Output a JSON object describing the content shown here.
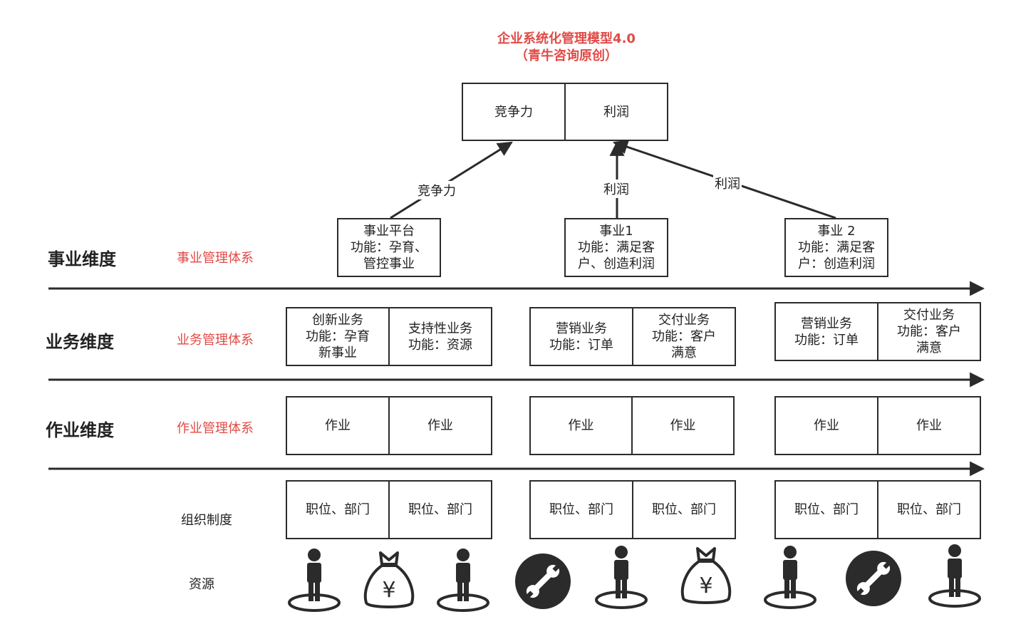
{
  "title": {
    "line1": "企业系统化管理模型4.0",
    "line2": "（青牛咨询原创）"
  },
  "top_box": {
    "left": "竞争力",
    "right": "利润"
  },
  "edge_labels": [
    "竞争力",
    "利润",
    "利润"
  ],
  "dimensions": [
    {
      "name": "事业维度",
      "system": "事业管理体系"
    },
    {
      "name": "业务维度",
      "system": "业务管理体系"
    },
    {
      "name": "作业维度",
      "system": "作业管理体系"
    }
  ],
  "org_label": "组织制度",
  "resource_label": "资源",
  "business_boxes": [
    "事业平台\n功能：孕育、\n管控事业",
    "事业1\n功能：满足客\n户、创造利润",
    "事业 2\n功能：满足客\n户：创造利润"
  ],
  "service_groups": [
    [
      "创新业务\n功能：孕育\n新事业",
      "支持性业务\n功能：资源"
    ],
    [
      "营销业务\n功能：订单",
      "交付业务\n功能：客户\n满意"
    ],
    [
      "营销业务\n功能：订单",
      "交付业务\n功能：客户\n满意"
    ]
  ],
  "work_groups": [
    [
      "作业",
      "作业"
    ],
    [
      "作业",
      "作业"
    ],
    [
      "作业",
      "作业"
    ]
  ],
  "org_groups": [
    [
      "职位、部门",
      "职位、部门"
    ],
    [
      "职位、部门",
      "职位、部门"
    ],
    [
      "职位、部门",
      "职位、部门"
    ]
  ],
  "resource_icons": [
    "person-icon",
    "money-bag-icon",
    "person-icon",
    "wrench-icon",
    "person-icon",
    "money-bag-icon",
    "person-icon",
    "wrench-icon",
    "person-icon"
  ],
  "colors": {
    "accent": "#e14a45",
    "line": "#2b2b2b",
    "icon": "#2b2b2b"
  }
}
